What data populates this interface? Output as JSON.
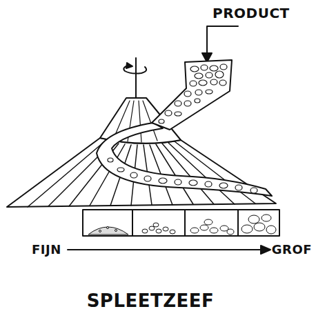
{
  "diagram": {
    "caption": "SPLEETZEEF",
    "labels": [
      "PRODUCT",
      "FIJN",
      "GROF"
    ]
  }
}
